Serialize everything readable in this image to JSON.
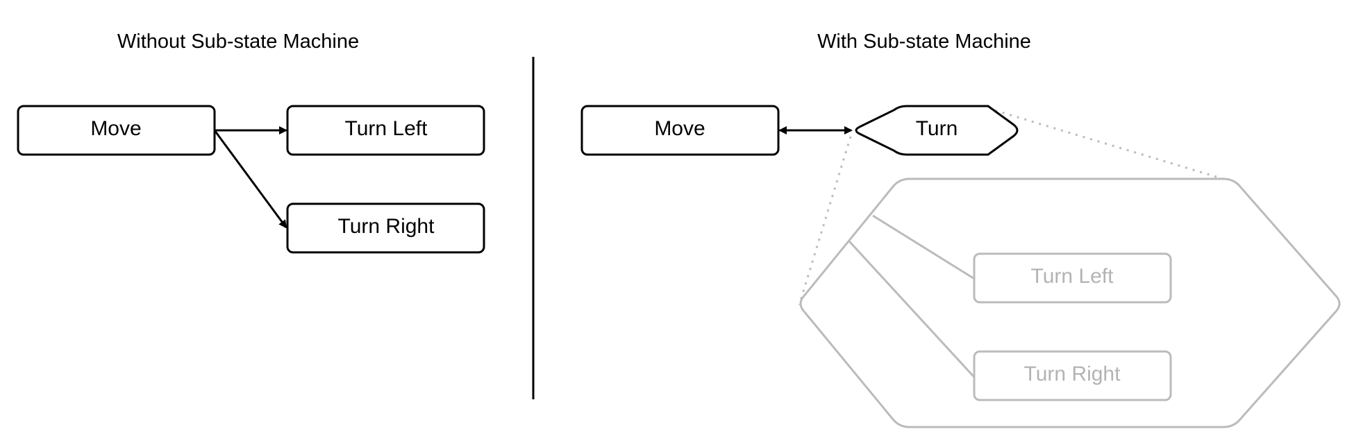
{
  "titles": {
    "left": "Without Sub-state Machine",
    "right": "With Sub-state Machine"
  },
  "left_panel": {
    "move": "Move",
    "turn_left": "Turn Left",
    "turn_right": "Turn Right"
  },
  "right_panel": {
    "move": "Move",
    "turn": "Turn",
    "sub_turn_left": "Turn Left",
    "sub_turn_right": "Turn Right"
  },
  "colors": {
    "primary": "#000000",
    "faded": "#bbbbbb",
    "faded_text": "#b3b3b3"
  }
}
